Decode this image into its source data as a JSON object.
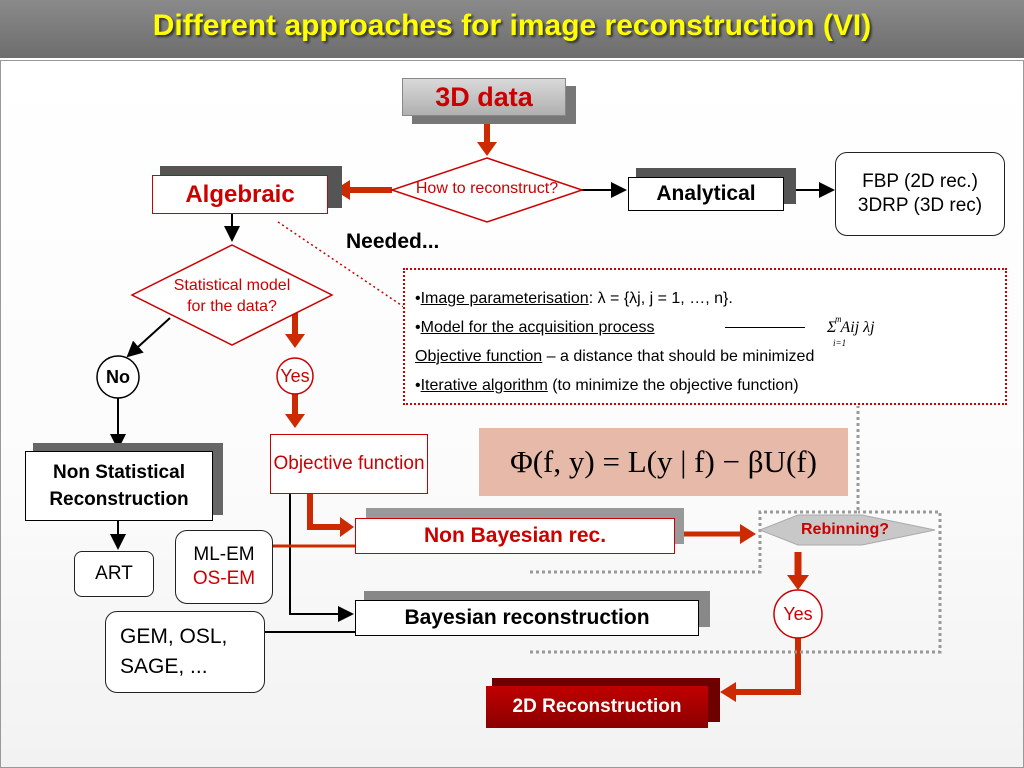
{
  "title": "Different approaches for image reconstruction (VI)",
  "nodes": {
    "data3d": "3D data",
    "how_to": "How to reconstruct?",
    "algebraic": "Algebraic",
    "analytical": "Analytical",
    "fbp_line1": "FBP (2D rec.)",
    "fbp_line2": "3DRP (3D rec)",
    "needed": "Needed...",
    "statistical": "Statistical model for the data?",
    "no": "No",
    "yes": "Yes",
    "non_stat": "Non Statistical Reconstruction",
    "objective": "Objective function",
    "art": "ART",
    "mlem": "ML-EM",
    "osem": "OS-EM",
    "non_bayes": "Non Bayesian rec.",
    "bayes": "Bayesian reconstruction",
    "gem_line1": "GEM, OSL,",
    "gem_line2": "SAGE, ...",
    "rebinning": "Rebinning?",
    "yes2": "Yes",
    "recon2d": "2D Reconstruction"
  },
  "needed_list": {
    "line1_link": "Image parameterisation",
    "line1_rest": ": λ = {λj, j = 1, …, n}.",
    "line2_link": "Model for the acquisition process",
    "sum_expr": "Σ Aij λj",
    "sum_top": "m",
    "sum_bottom": "i=1",
    "line3_link": "Objective function",
    "line3_rest": " – a distance that should be minimized",
    "line4_link": "Iterative algorithm",
    "line4_rest": " (to minimize the objective function)"
  },
  "formula": "Φ(f, y) = L(y | f) − βU(f)",
  "colors": {
    "title": "#ffff00",
    "red": "#cc0000",
    "arrow_red": "#cc2a00",
    "formula_bg": "#e6b9a8",
    "dark_red_box": "#a00000"
  }
}
